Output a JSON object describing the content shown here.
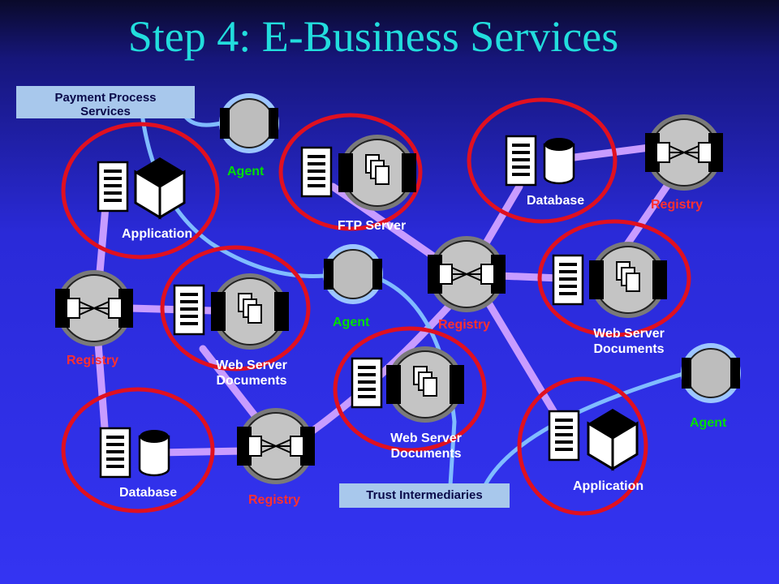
{
  "title": "Step 4: E-Business Services",
  "colors": {
    "background": "#2a2ad8",
    "title": "#22dddd",
    "link_purple": "#c89cff",
    "link_blue": "#80bcff",
    "circle_red": "#e01020",
    "label_registry": "#ff3030",
    "label_agent": "#00e000",
    "tag_background": "#a8c8ec"
  },
  "tags": {
    "payment": "Payment Process\nServices",
    "trust": "Trust Intermediaries"
  },
  "nodes": {
    "agent_top": "Agent",
    "agent_center": "Agent",
    "agent_right": "Agent",
    "application_left": "Application",
    "application_right": "Application",
    "ftp": "FTP Server",
    "database_top": "Database",
    "database_bottom": "Database",
    "registry_top_right": "Registry",
    "registry_center": "Registry",
    "registry_left": "Registry",
    "registry_bottom": "Registry",
    "webserver_left": "Web Server\nDocuments",
    "webserver_center": "Web Server\nDocuments",
    "webserver_right": "Web Server\nDocuments"
  }
}
